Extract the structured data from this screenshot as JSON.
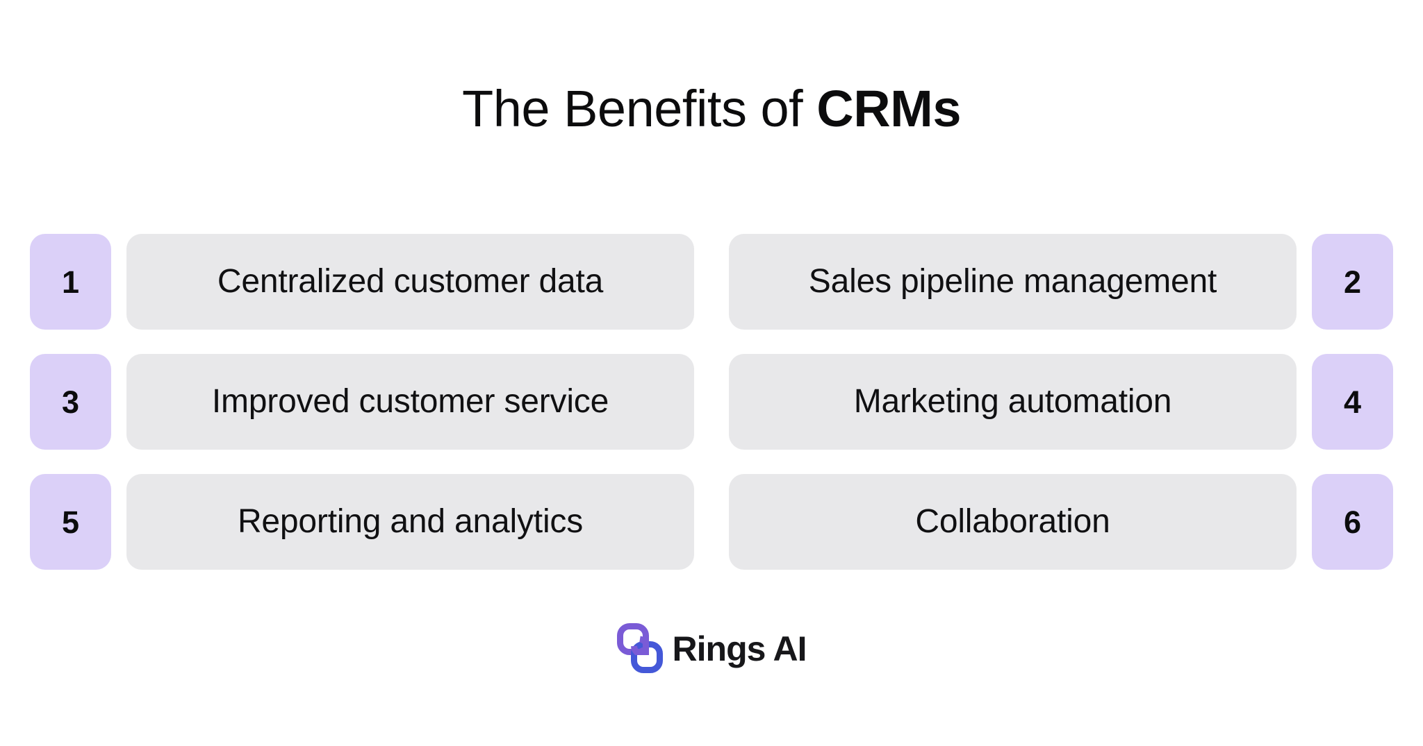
{
  "slide": {
    "background_color": "#ffffff",
    "title": {
      "light_part": "The Benefits of ",
      "strong_part": "CRMs",
      "full_text": "The Benefits of CRMs"
    },
    "colors": {
      "badge_background": "#dbd0f8",
      "pill_background": "#e8e8ea",
      "text": "#0c0c0d",
      "logo_purple": "#7a5bd6",
      "logo_blue": "#4458d8",
      "logo_text": "#17171a"
    },
    "items": [
      {
        "number": "1",
        "label": "Centralized customer data",
        "badge_side": "left"
      },
      {
        "number": "2",
        "label": "Sales pipeline management",
        "badge_side": "right"
      },
      {
        "number": "3",
        "label": "Improved customer service",
        "badge_side": "left"
      },
      {
        "number": "4",
        "label": "Marketing automation",
        "badge_side": "right"
      },
      {
        "number": "5",
        "label": "Reporting and analytics",
        "badge_side": "left"
      },
      {
        "number": "6",
        "label": "Collaboration",
        "badge_side": "right"
      }
    ],
    "footer": {
      "logo_icon": "rings-interlocking-squares-icon",
      "brand_name": "Rings AI"
    }
  }
}
